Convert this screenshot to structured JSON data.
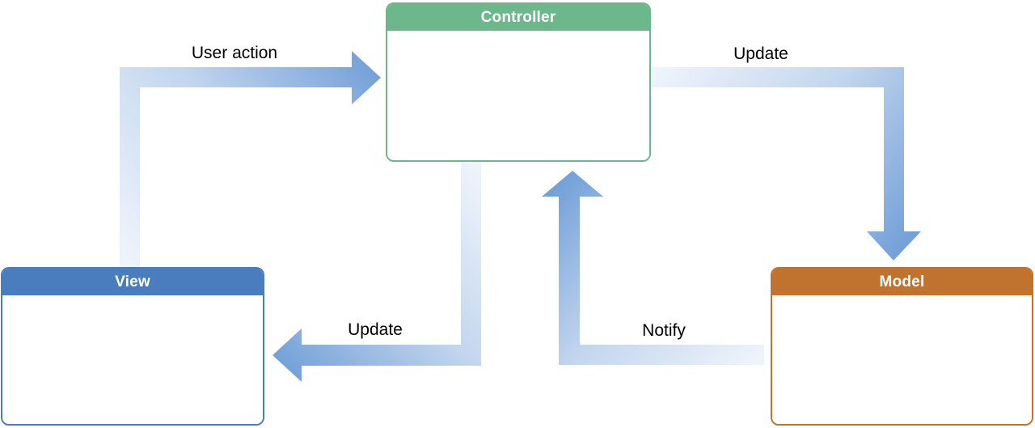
{
  "boxes": {
    "controller": {
      "label": "Controller",
      "color": "#6cb78b"
    },
    "view": {
      "label": "View",
      "color": "#4a7dbe"
    },
    "model": {
      "label": "Model",
      "color": "#c0732f"
    }
  },
  "arrows": {
    "user_action": {
      "label": "User action",
      "from": "View",
      "to": "Controller"
    },
    "update_model": {
      "label": "Update",
      "from": "Controller",
      "to": "Model"
    },
    "update_view": {
      "label": "Update",
      "from": "Controller",
      "to": "View"
    },
    "notify": {
      "label": "Notify",
      "from": "Model",
      "to": "Controller"
    }
  },
  "colors": {
    "background": "#ffffff",
    "label_text": "#000000",
    "header_text": "#ffffff",
    "arrow_start": "#eff4fb",
    "arrow_mid": "#c3d6ee",
    "arrow_end": "#74a1d8"
  }
}
